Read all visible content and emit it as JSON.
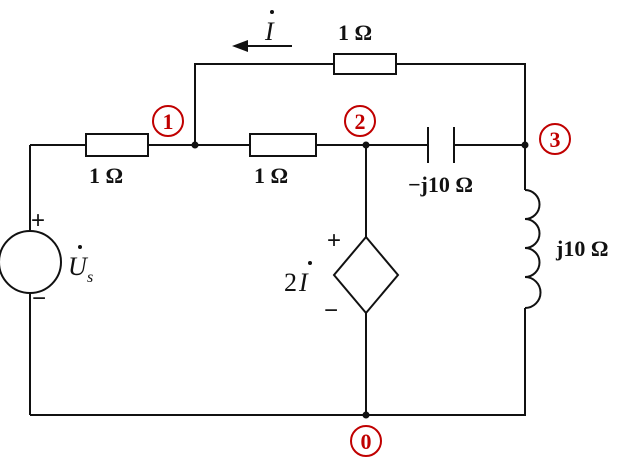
{
  "labels": {
    "r_top": "1 Ω",
    "r_left": "1 Ω",
    "r_mid": "1 Ω",
    "cap": "−j10 Ω",
    "ind": "j10 Ω",
    "current": "I",
    "source": "U",
    "source_sub": "s",
    "dep_coeff": "2",
    "dep_var": "I",
    "plus": "+",
    "minus": "−"
  },
  "nodes": [
    "1",
    "2",
    "3",
    "0"
  ],
  "colors": {
    "node": "#c00000",
    "line": "#111111"
  }
}
